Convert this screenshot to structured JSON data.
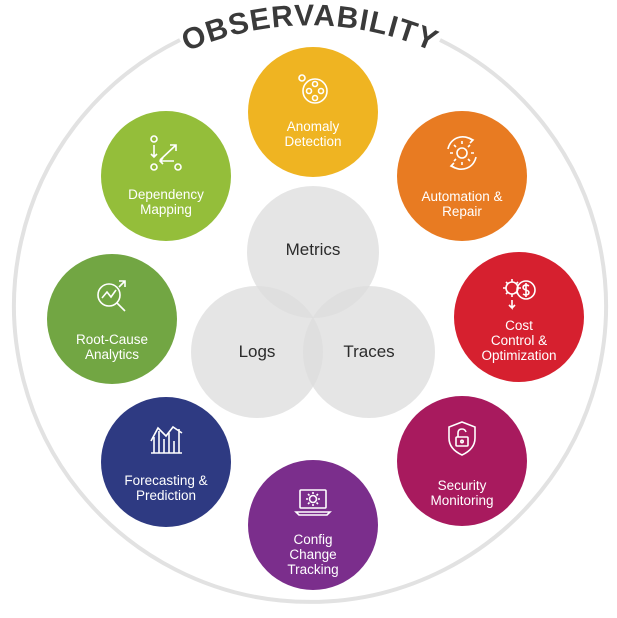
{
  "title": "OBSERVABILITY",
  "venn": {
    "metrics": "Metrics",
    "logs": "Logs",
    "traces": "Traces"
  },
  "nodes": [
    {
      "key": "anomaly",
      "label": "Anomaly\nDetection",
      "color": "#EFB422",
      "icon": "dots-circle-icon"
    },
    {
      "key": "automation",
      "label": "Automation &\nRepair",
      "color": "#E87B22",
      "icon": "gear-cycle-icon"
    },
    {
      "key": "cost",
      "label": "Cost\nControl &\nOptimization",
      "color": "#D6202F",
      "icon": "gear-dollar-icon"
    },
    {
      "key": "security",
      "label": "Security\nMonitoring",
      "color": "#A81A5E",
      "icon": "shield-lock-icon"
    },
    {
      "key": "config",
      "label": "Config\nChange\nTracking",
      "color": "#7B2E8C",
      "icon": "laptop-gear-icon"
    },
    {
      "key": "forecasting",
      "label": "Forecasting &\nPrediction",
      "color": "#2E3A82",
      "icon": "bar-chart-icon"
    },
    {
      "key": "rootcause",
      "label": "Root-Cause\nAnalytics",
      "color": "#72A643",
      "icon": "magnify-chart-icon"
    },
    {
      "key": "dependency",
      "label": "Dependency\nMapping",
      "color": "#94BE3A",
      "icon": "flow-arrows-icon"
    }
  ]
}
